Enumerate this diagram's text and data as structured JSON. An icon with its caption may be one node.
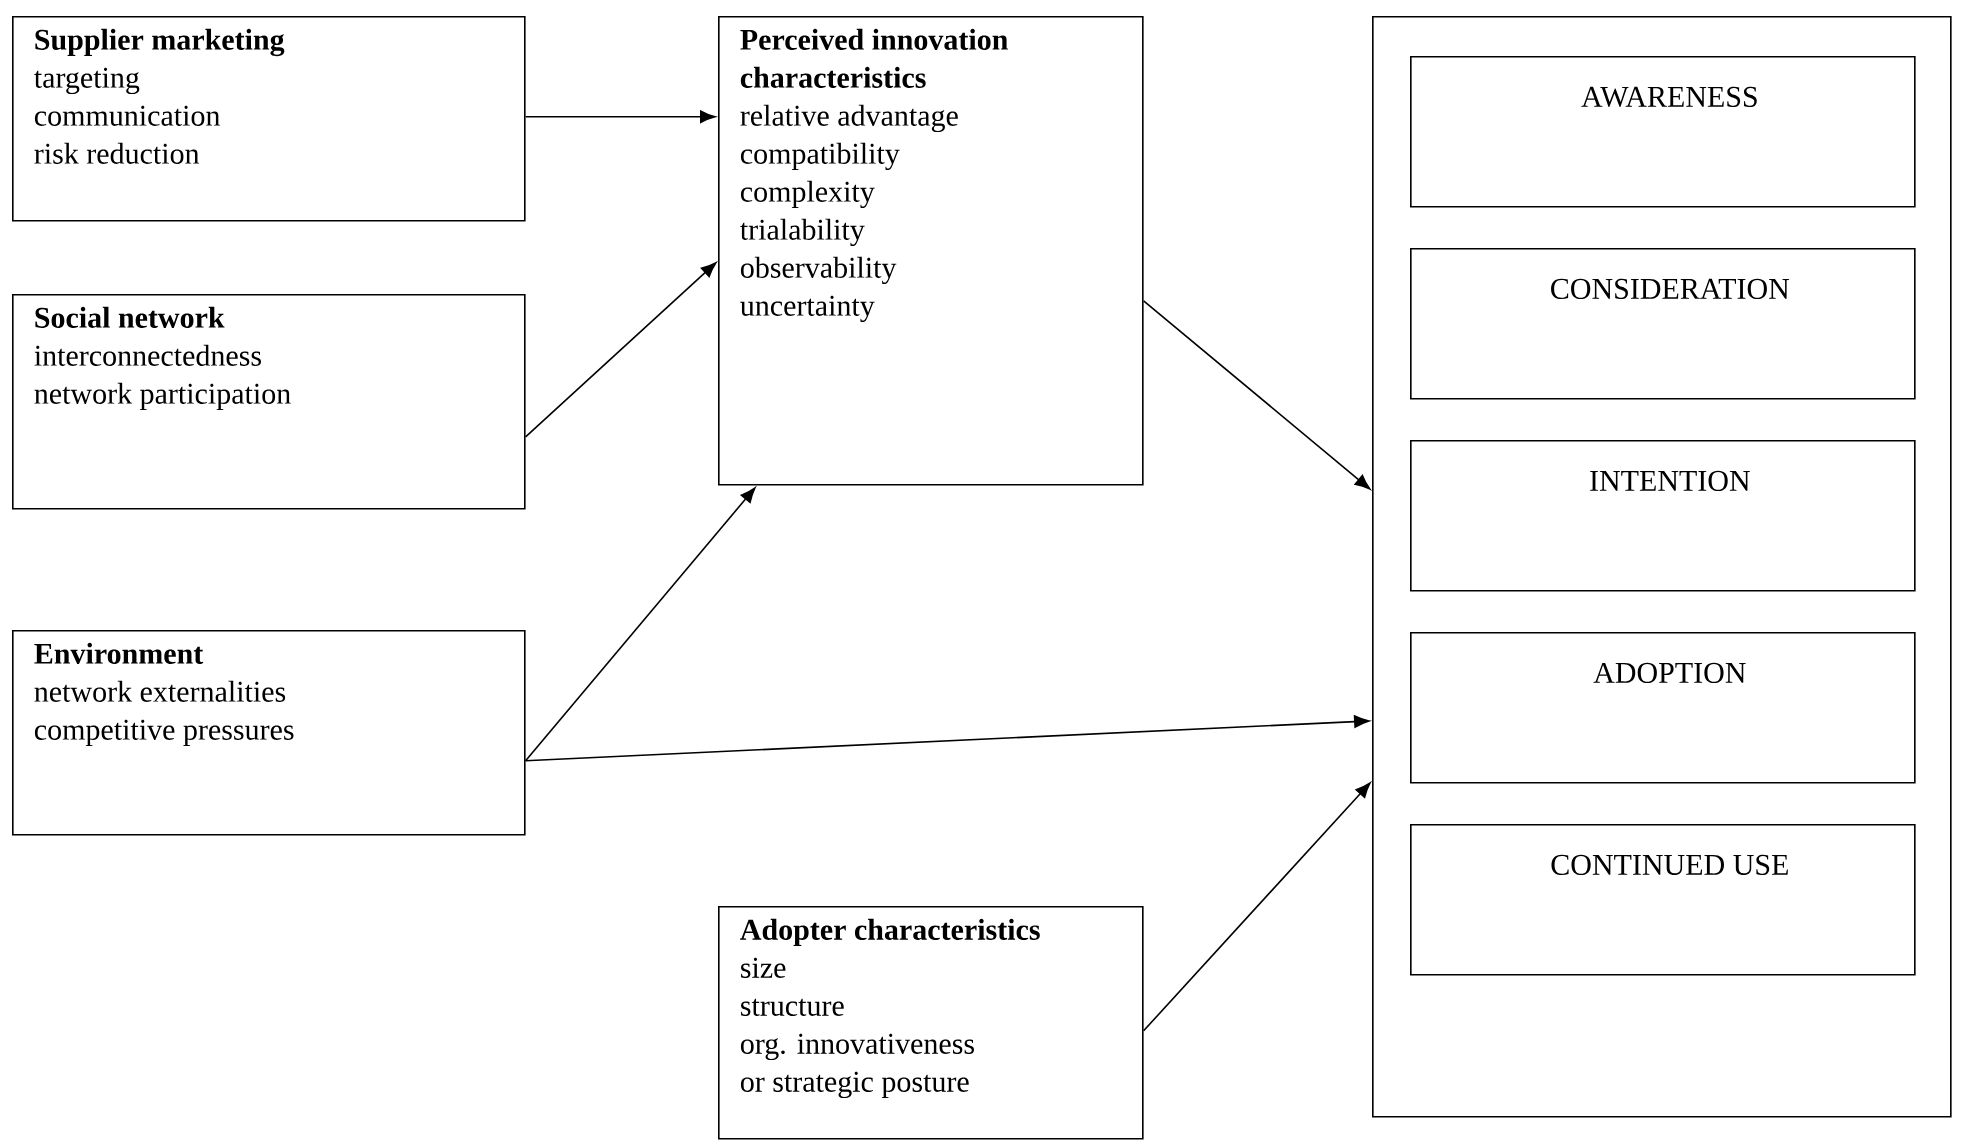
{
  "diagram": {
    "nodes": [
      {
        "text": [
          "Supplier marketing",
          "targeting",
          "communication",
          "risk reduction"
        ]
      },
      {
        "text": [
          "Social network",
          "interconnectedness",
          "network participation"
        ]
      },
      {
        "text": [
          "Environment",
          "network externalities",
          "competitive pressures"
        ]
      },
      {
        "text": [
          "Perceived innovation characteristics",
          "relative advantage",
          "compatibility",
          "complexity",
          "trialability",
          "observability",
          "uncertainty"
        ]
      },
      {
        "text": [
          "Adopter characteristics",
          "size",
          "structure",
          "org. innovativeness",
          "or strategic posture"
        ]
      },
      {
        "text": [],
        "shape": "box"
      },
      {
        "text": [
          "AWARENESS"
        ],
        "in": 5
      },
      {
        "text": [
          "CONSIDERATION"
        ],
        "in": 5
      },
      {
        "text": [
          "INTENTION"
        ],
        "in": 5
      },
      {
        "text": [
          "ADOPTION"
        ],
        "in": 5
      },
      {
        "text": [
          "CONTINUED USE"
        ],
        "in": 5
      }
    ],
    "edges": [
      {
        "from": 0,
        "to": 3,
        "arrow": "to"
      },
      {
        "from": 1,
        "to": 3,
        "arrow": "to"
      },
      {
        "from": 2,
        "to": 3,
        "arrow": "to"
      },
      {
        "from": 2,
        "to": 5,
        "arrow": "to"
      },
      {
        "from": 3,
        "to": 5,
        "arrow": "to"
      },
      {
        "from": 4,
        "to": 5,
        "arrow": "to"
      }
    ]
  }
}
